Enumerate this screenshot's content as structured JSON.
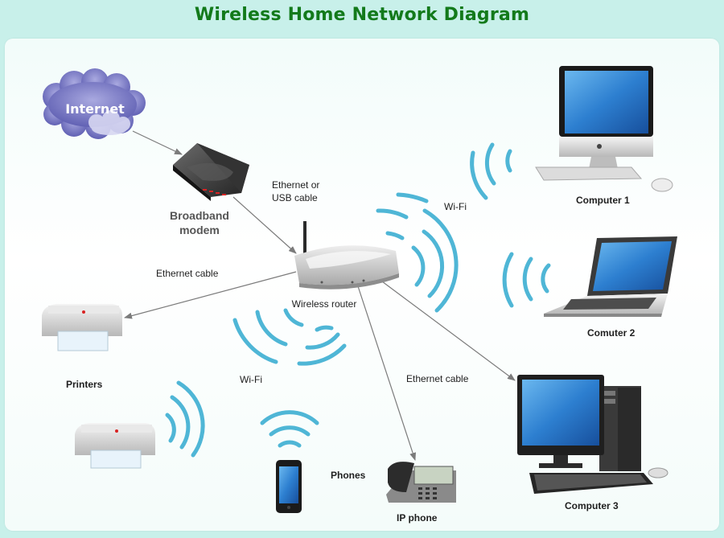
{
  "title": "Wireless Home Network Diagram",
  "nodes": {
    "internet": "Internet",
    "modem": "Broadband modem",
    "router": "Wireless router",
    "printers": "Printers",
    "phones": "Phones",
    "ip_phone": "IP phone",
    "computer1": "Computer 1",
    "computer2": "Comuter 2",
    "computer3": "Computer 3"
  },
  "connections": {
    "modem_router": "Ethernet or USB cable",
    "router_printer": "Ethernet cable",
    "router_computer3": "Ethernet cable",
    "wifi_top": "Wi-Fi",
    "wifi_left": "Wi-Fi"
  },
  "colors": {
    "title": "#137a1b",
    "wifi": "#4fb6d6",
    "arrow": "#7b7b7b",
    "cloud": "#6f6fbf",
    "background": "#c8f0ea"
  }
}
